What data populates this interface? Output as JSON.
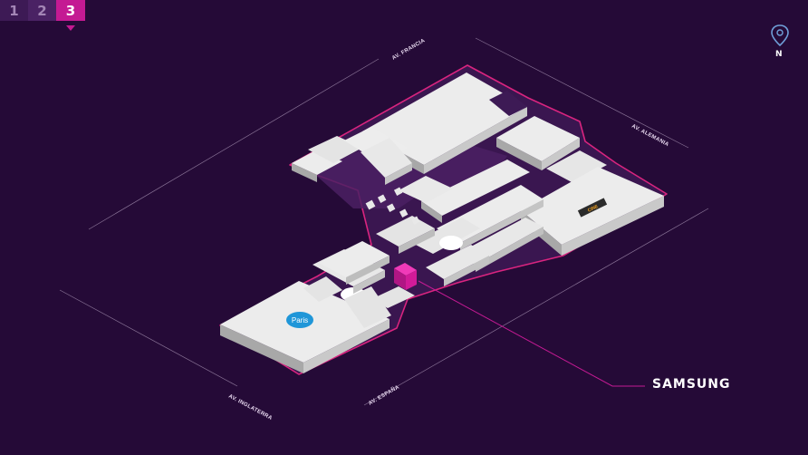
{
  "floor_selector": {
    "floors": [
      {
        "label": "1",
        "active": false
      },
      {
        "label": "2",
        "active": false
      },
      {
        "label": "3",
        "active": true
      }
    ]
  },
  "compass": {
    "label": "N",
    "icon": "north-pin-icon"
  },
  "streets": {
    "francia": "AV. FRANCIA",
    "alemania": "AV. ALEMANIA",
    "inglaterra": "AV. INGLATERRA",
    "espana": "AV. ESPAÑA"
  },
  "highlighted_store": {
    "name": "SAMSUNG",
    "color": "#e01ba5"
  },
  "anchors": {
    "left_logo": "Paris",
    "right_logo": "CINE"
  },
  "colors": {
    "background": "#250a37",
    "accent": "#c41a93",
    "outline": "#d9247f",
    "building_top": "#ececec",
    "building_side": "#b9b9b9"
  }
}
